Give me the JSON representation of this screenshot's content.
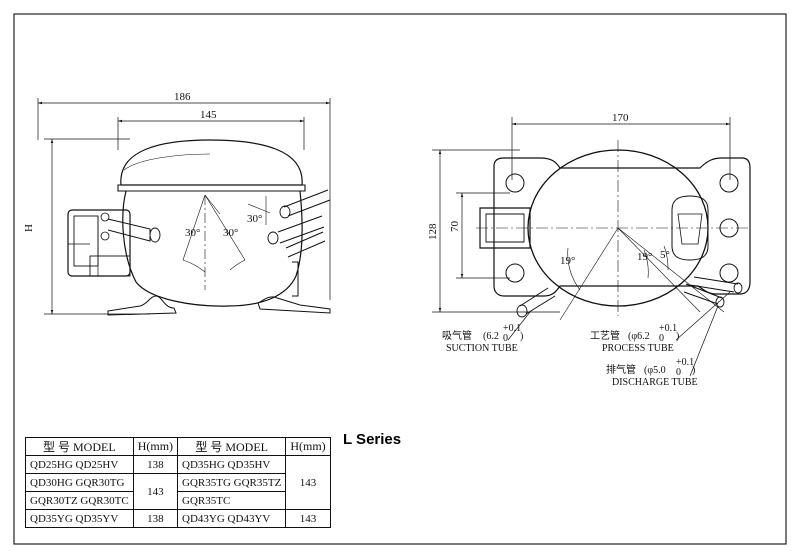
{
  "series_title": "L Series",
  "dimensions": {
    "side_width_overall": "186",
    "side_width_body": "145",
    "side_height": "H",
    "angle_left": "30°",
    "angle_mid": "30°",
    "angle_right": "30°",
    "top_width": "170",
    "top_height": "128",
    "inner_height": "70",
    "angle_19_left": "19°",
    "angle_19_right": "19°",
    "angle_5": "5°"
  },
  "tubes": {
    "suction": {
      "cn": "吸气管",
      "spec": "(6.2",
      "sub": "0",
      "sup": "+0.1",
      "close": ")",
      "en": "SUCTION TUBE"
    },
    "process": {
      "cn": "工艺管",
      "spec": "(φ6.2",
      "sub": "0",
      "sup": "+0.1",
      "close": ")",
      "en": "PROCESS TUBE"
    },
    "discharge": {
      "cn": "排气管",
      "spec": "(φ5.0",
      "sub": "0",
      "sup": "+0.1",
      "close": ")",
      "en": "DISCHARGE TUBE"
    }
  },
  "table": {
    "headers": [
      "型  号 MODEL",
      "H(mm)",
      "型  号 MODEL",
      "H(mm)"
    ],
    "left": [
      {
        "model": "QD25HG   QD25HV",
        "h": "138"
      },
      {
        "model": "QD30HG   GQR30TG",
        "h": "143"
      },
      {
        "model": "GQR30TZ  GQR30TC",
        "h": ""
      },
      {
        "model": "QD35YG   QD35YV",
        "h": "138"
      }
    ],
    "right": [
      {
        "model": "QD35HG  QD35HV",
        "h": "143"
      },
      {
        "model": "GQR35TG GQR35TZ",
        "h": ""
      },
      {
        "model": "GQR35TC",
        "h": ""
      },
      {
        "model": "QD43YG  QD43YV",
        "h": "143"
      }
    ]
  }
}
